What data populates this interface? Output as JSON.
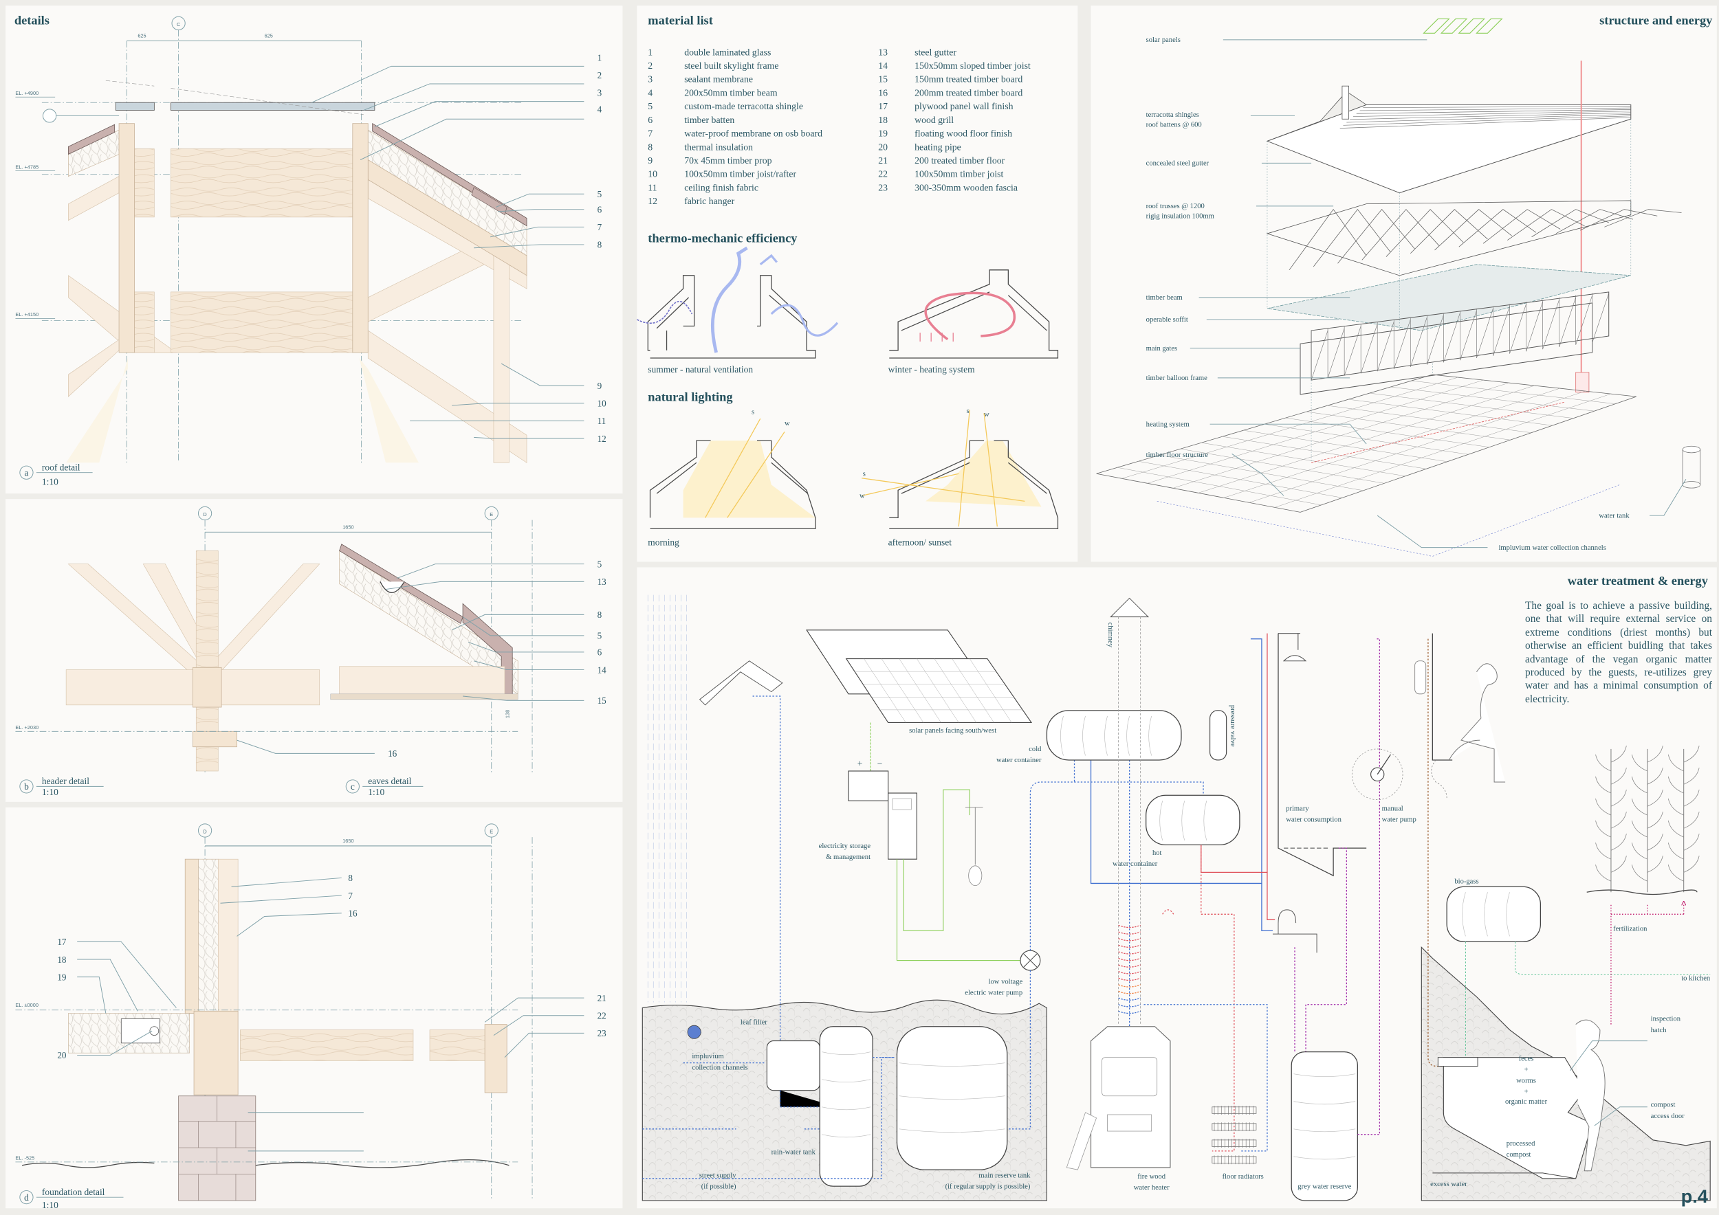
{
  "page_number": "p.4",
  "details": {
    "title": "details",
    "roof": {
      "letter": "a",
      "label": "roof detail",
      "scale": "1:10",
      "grid": "C",
      "dims": [
        "625",
        "625"
      ],
      "elevations": [
        "EL. +4900",
        "EL. +4785",
        "EL. +4150"
      ],
      "callouts": [
        "1",
        "2",
        "3",
        "4",
        "5",
        "6",
        "7",
        "8",
        "9",
        "10",
        "11",
        "12"
      ]
    },
    "header": {
      "letter": "b",
      "label": "header detail",
      "scale": "1:10",
      "grid_left": "D",
      "grid_right": "E",
      "dim": "1650",
      "elevation": "EL. +2030",
      "callout": "16"
    },
    "eaves": {
      "letter": "c",
      "label": "eaves detail",
      "scale": "1:10",
      "dim": "138",
      "callouts": [
        "5",
        "13",
        "8",
        "5",
        "6",
        "14",
        "15"
      ]
    },
    "foundation": {
      "letter": "d",
      "label": "foundation detail",
      "scale": "1:10",
      "grid_left": "D",
      "grid_right": "E",
      "dim": "1650",
      "elevations": [
        "EL. ±0000",
        "EL. -525"
      ],
      "callouts_top": [
        "8",
        "7",
        "16"
      ],
      "callouts_left": [
        "17",
        "18",
        "19",
        "20"
      ],
      "callouts_right": [
        "21",
        "22",
        "23"
      ]
    }
  },
  "material_list": {
    "title": "material list",
    "items": [
      {
        "n": "1",
        "label": "double laminated glass"
      },
      {
        "n": "2",
        "label": "steel built skylight frame"
      },
      {
        "n": "3",
        "label": "sealant membrane"
      },
      {
        "n": "4",
        "label": "200x50mm timber beam"
      },
      {
        "n": "5",
        "label": "custom-made terracotta shingle"
      },
      {
        "n": "6",
        "label": "timber batten"
      },
      {
        "n": "7",
        "label": "water-proof membrane on osb board"
      },
      {
        "n": "8",
        "label": "thermal insulation"
      },
      {
        "n": "9",
        "label": "70x 45mm timber prop"
      },
      {
        "n": "10",
        "label": "100x50mm timber joist/rafter"
      },
      {
        "n": "11",
        "label": "ceiling finish fabric"
      },
      {
        "n": "12",
        "label": "fabric hanger"
      },
      {
        "n": "13",
        "label": "steel gutter"
      },
      {
        "n": "14",
        "label": "150x50mm sloped timber joist"
      },
      {
        "n": "15",
        "label": "150mm treated timber board"
      },
      {
        "n": "16",
        "label": "200mm treated timber board"
      },
      {
        "n": "17",
        "label": "plywood panel wall finish"
      },
      {
        "n": "18",
        "label": "wood grill"
      },
      {
        "n": "19",
        "label": "floating wood floor finish"
      },
      {
        "n": "20",
        "label": "heating pipe"
      },
      {
        "n": "21",
        "label": "200 treated timber floor"
      },
      {
        "n": "22",
        "label": "100x50mm timber joist"
      },
      {
        "n": "23",
        "label": "300-350mm wooden fascia"
      }
    ]
  },
  "thermo": {
    "title": "thermo-mechanic efficiency",
    "captions": [
      "summer - natural ventilation",
      "winter - heating system"
    ]
  },
  "lighting": {
    "title": "natural lighting",
    "captions": [
      "morning",
      "afternoon/ sunset"
    ],
    "sun_s": "s",
    "sun_w": "w"
  },
  "structure": {
    "title": "structure and energy",
    "labels": {
      "solar": "solar panels",
      "shingles": [
        "terracotta shingles",
        "roof battens @ 600"
      ],
      "gutter": "concealed steel gutter",
      "trusses": [
        "roof trusses @ 1200",
        "rigig insulation 100mm"
      ],
      "beam": "timber beam",
      "soffit": "operable soffit",
      "gates": "main gates",
      "balloon": "timber balloon frame",
      "heating": "heating system",
      "floor": "timber floor structure",
      "tank": "water tank",
      "impluvium": "impluvium water collection channels"
    }
  },
  "water": {
    "title": "water treatment & energy",
    "description": "The goal is to achieve a passive building, one that will require external service on extreme conditions (driest months) but otherwise an efficient buidling that takes advantage of the vegan organic matter produced by the guests, re-utilizes grey water and has a minimal consumption of electricity.",
    "labels": {
      "solar": "solar panels facing south/west",
      "plus": "+",
      "minus": "−",
      "elec": [
        "electricity storage",
        "& management"
      ],
      "pump": [
        "low voltage",
        "electric water pump"
      ],
      "cold": [
        "cold",
        "water container"
      ],
      "pressure": "pressure valve",
      "chimney": "chimney",
      "hot": [
        "hot",
        "water container"
      ],
      "primary": [
        "primary",
        "water consumption"
      ],
      "manual_pump": [
        "manual",
        "water pump"
      ],
      "leaf": "leaf filter",
      "impluvium": [
        "impluvium",
        "collection channels"
      ],
      "rain_tank": "rain-water tank",
      "street": [
        "street supply",
        "(if possible)"
      ],
      "main_tank": [
        "main reserve tank",
        "(if regular supply is possible)"
      ],
      "heater": [
        "fire wood",
        "water heater"
      ],
      "radiators": "floor radiators",
      "grey": "grey water reserve",
      "biogas": "bio-gass",
      "fertilization": "fertilization",
      "kitchen": "to kitchen",
      "hatch": [
        "inspection",
        "hatch"
      ],
      "feces": "feces",
      "plus1": "+",
      "worms": "worms",
      "plus2": "+",
      "organic": "organic matter",
      "compost_door": [
        "compost",
        "access door"
      ],
      "processed": [
        "processed",
        "compost"
      ],
      "excess": "excess water"
    },
    "colors": {
      "cold": "#3f6fd0",
      "hot": "#e0505a",
      "grey": "#a02aa8",
      "solar": "#8ccf5a",
      "fert": "#c0186a",
      "biogas": "#9a5a2a",
      "kitchen": "#55c090"
    }
  }
}
